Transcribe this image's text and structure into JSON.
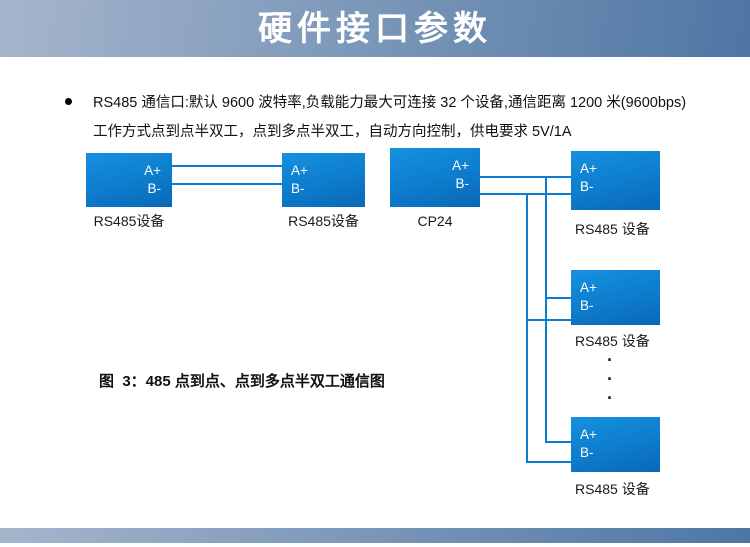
{
  "header": {
    "title": "硬件接口参数"
  },
  "bullet": {
    "line1": "RS485 通信口:默认 9600 波特率,负载能力最大可连接 32 个设备,通信距离 1200 米(9600bps)",
    "line2": "工作方式点到点半双工，点到多点半双工，自动方向控制，供电要求 5V/1A"
  },
  "p2p_diagram": {
    "device_left": {
      "pin_a": "A+",
      "pin_b": "B-",
      "label": "RS485设备"
    },
    "device_right": {
      "pin_a": "A+",
      "pin_b": "B-",
      "label": "RS485设备"
    }
  },
  "multidrop_diagram": {
    "master": {
      "pin_a": "A+",
      "pin_b": "B-",
      "label": "CP24"
    },
    "slave1": {
      "pin_a": "A+",
      "pin_b": "B-",
      "label": "RS485 设备"
    },
    "slave2": {
      "pin_a": "A+",
      "pin_b": "B-",
      "label": "RS485 设备"
    },
    "slave3": {
      "pin_a": "A+",
      "pin_b": "B-",
      "label": "RS485 设备"
    },
    "continuation_dots": [
      "·",
      "·",
      "·"
    ]
  },
  "figure_caption": "图  3：485 点到点、点到多点半双工通信图",
  "colors": {
    "banner_gradient_left": "#a6b5cc",
    "banner_gradient_right": "#4e76a4",
    "device_box_blue": "#0d7ccc",
    "wire_blue": "#0d7dd1"
  }
}
